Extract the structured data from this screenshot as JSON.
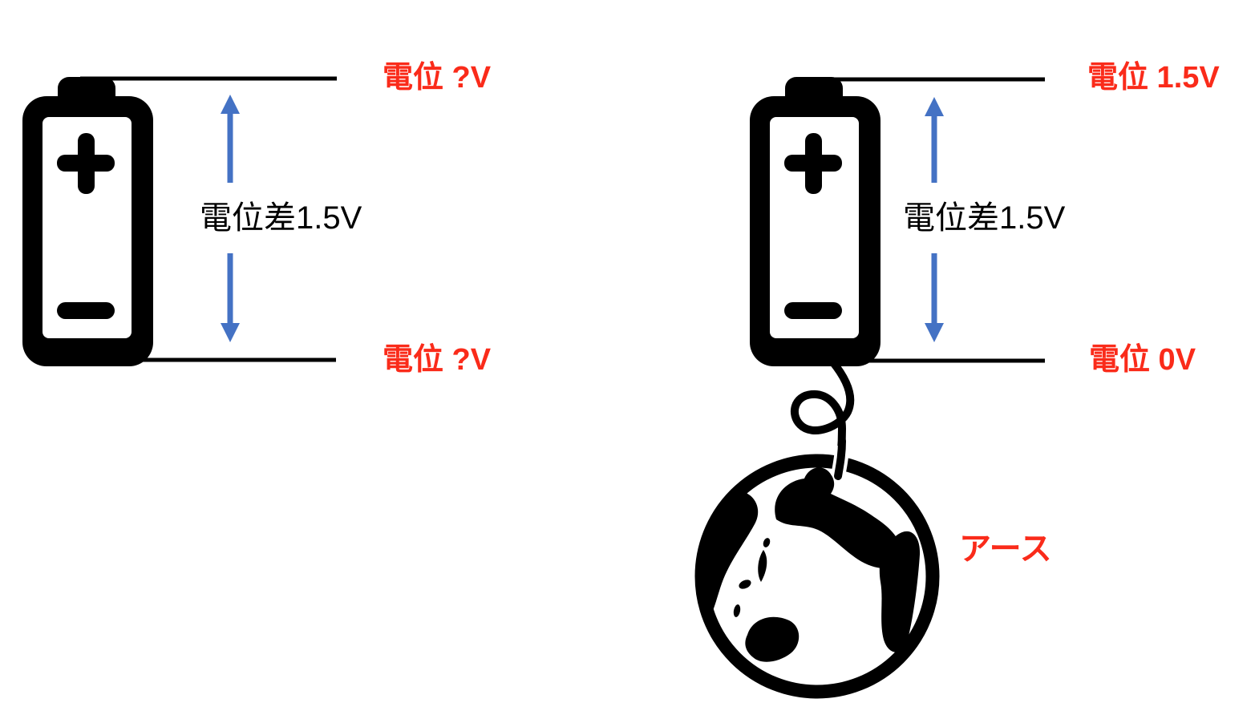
{
  "colors": {
    "background": "#ffffff",
    "label_red": "#fa2b1a",
    "arrow_blue": "#4472c4",
    "line_black": "#000000"
  },
  "icons": [
    "battery-icon",
    "up-arrow-icon",
    "down-arrow-icon",
    "earth-globe-icon"
  ],
  "left_diagram": {
    "top_potential_label": "電位 ?V",
    "bottom_potential_label": "電位 ?V",
    "potential_difference_label": "電位差1.5V",
    "battery": {
      "positive_terminal": "+",
      "negative_terminal": "−"
    }
  },
  "right_diagram": {
    "top_potential_label": "電位 1.5V",
    "bottom_potential_label": "電位 0V",
    "potential_difference_label": "電位差1.5V",
    "ground_label": "アース",
    "battery": {
      "positive_terminal": "+",
      "negative_terminal": "−"
    }
  }
}
